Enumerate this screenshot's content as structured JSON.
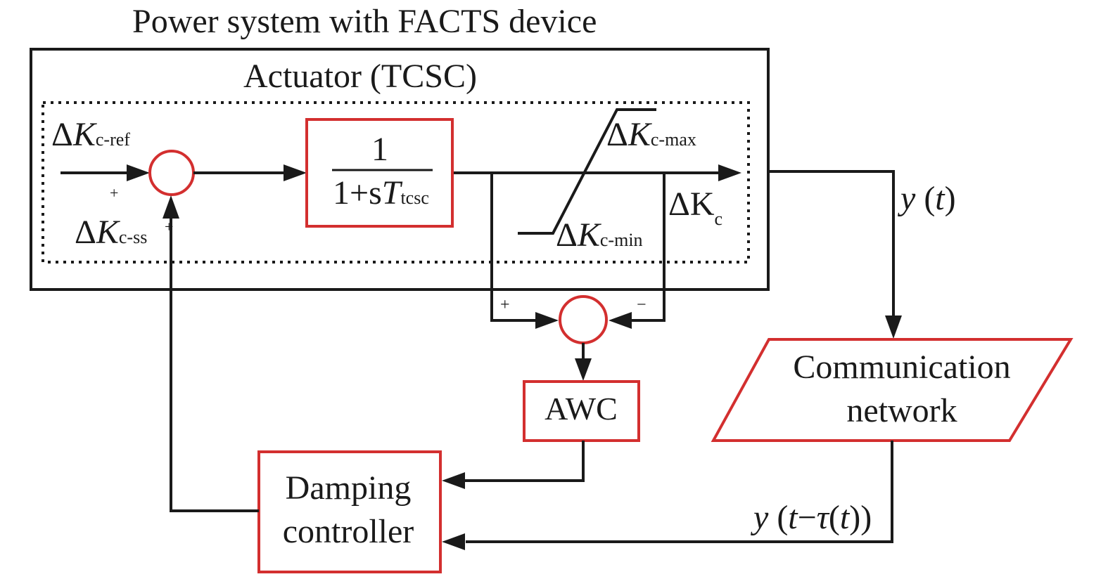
{
  "title": "Power system with FACTS device",
  "actuator_label": "Actuator (TCSC)",
  "inputs": {
    "ref": {
      "delta": "Δ",
      "var": "K",
      "sub": "c-ref",
      "sign": "+"
    },
    "ss": {
      "delta": "Δ",
      "var": "K",
      "sub": "c-ss",
      "sign": "+"
    }
  },
  "transfer_function": {
    "numerator": "1",
    "denominator_prefix": "1+s",
    "denominator_var": "T",
    "denominator_sub": "tcsc"
  },
  "saturation": {
    "max": {
      "delta": "Δ",
      "var": "K",
      "sub": "c-max"
    },
    "min": {
      "delta": "Δ",
      "var": "K",
      "sub": "c-min"
    }
  },
  "output": {
    "label": "ΔK",
    "sub": "c"
  },
  "awc_junction": {
    "plus": "+",
    "minus": "−"
  },
  "awc_label": "AWC",
  "signals": {
    "y_t": {
      "var": "y",
      "arg": " (",
      "t": "t",
      "close": ")"
    },
    "y_delay": {
      "var": "y",
      "open": " (",
      "t": "t",
      "minus": "−",
      "tau": "τ",
      "p1": "(",
      "t2": "t",
      "close": "))"
    }
  },
  "comm_network": {
    "line1": "Communication",
    "line2": "network"
  },
  "damping_controller": {
    "line1": "Damping",
    "line2": "controller"
  },
  "colors": {
    "accent_red": "#d32f2f",
    "line": "#1a1a1a"
  }
}
